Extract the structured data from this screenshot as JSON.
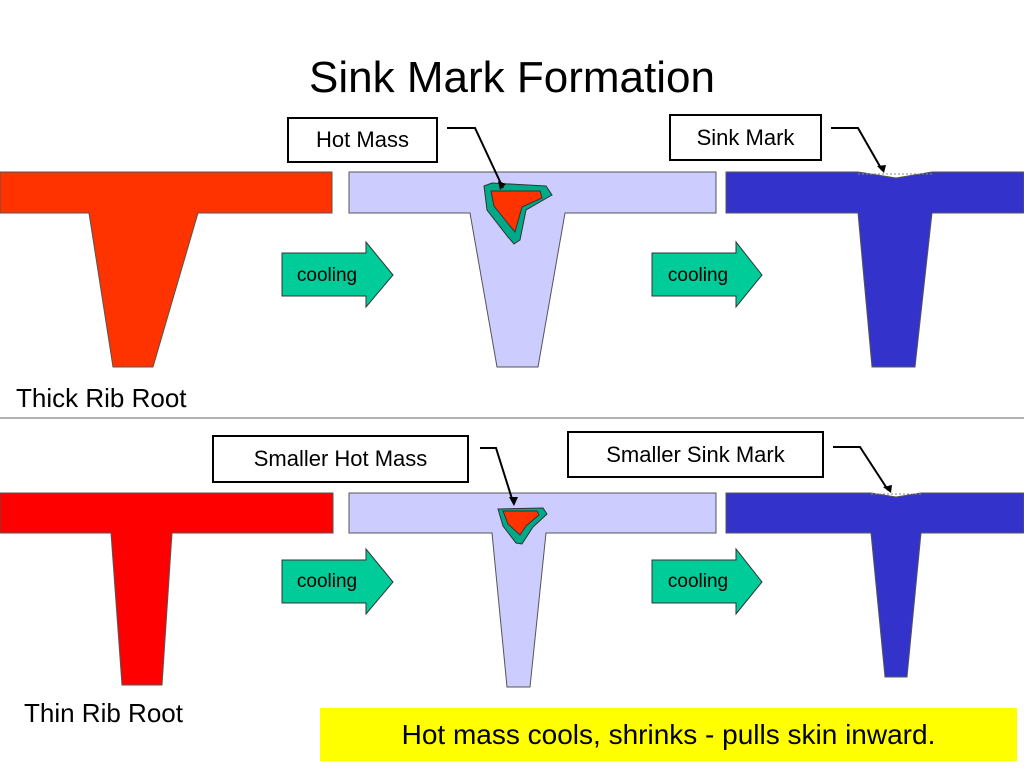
{
  "title": "Sink Mark Formation",
  "rows": {
    "thick": {
      "label": "Thick Rib Root"
    },
    "thin": {
      "label": "Thin Rib Root"
    }
  },
  "callouts": {
    "hot_mass": "Hot Mass",
    "sink_mark": "Sink Mark",
    "smaller_hot_mass": "Smaller Hot Mass",
    "smaller_sink_mark": "Smaller Sink Mark"
  },
  "arrows": [
    "cooling",
    "cooling",
    "cooling",
    "cooling"
  ],
  "note": "Hot mass cools, shrinks - pulls skin inward.",
  "colors": {
    "hot_thick": "#ff3300",
    "hot_thin": "#ff0000",
    "cooling_part": "#ccccff",
    "cooled_part": "#3333cc",
    "hot_core": "#ff3300",
    "core_ring": "#00aa88",
    "arrow_fill": "#00cc99",
    "note_bg": "#ffff00",
    "divider": "#999999"
  }
}
